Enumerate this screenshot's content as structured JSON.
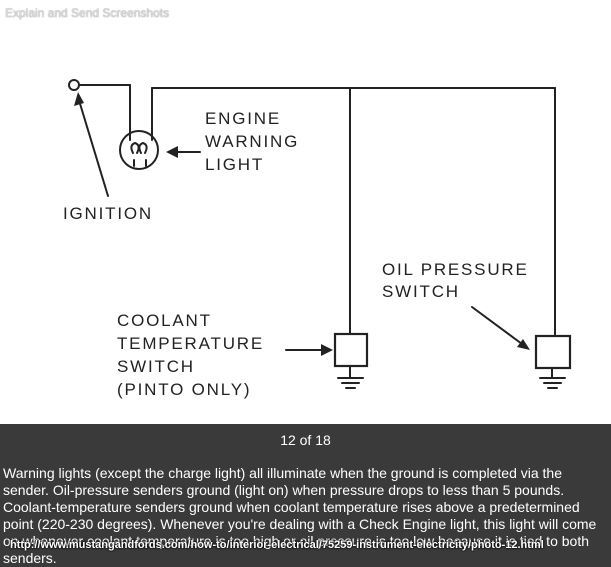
{
  "watermark": "Explain and Send Screenshots",
  "diagram": {
    "engine_label": [
      "ENGINE",
      "WARNING",
      "LIGHT"
    ],
    "ignition_label": "IGNITION",
    "oil_label": [
      "OIL PRESSURE",
      "SWITCH"
    ],
    "coolant_label": [
      "COOLANT",
      "TEMPERATURE",
      "SWITCH",
      "(PINTO ONLY)"
    ]
  },
  "counter": "12 of 18",
  "caption": "Warning lights (except the charge light) all illuminate when the ground is completed via the sender. Oil-pressure senders ground (light on) when pressure drops to less than 5 pounds. Coolant-temperature senders ground when coolant temperature rises above a predetermined point (220-230 degrees). Whenever you're dealing with a Check Engine light, this light will come on whenever coolant temperature is too high or oil pressure is too low because it is tied to both senders.",
  "source_url": "http://www.mustangandfords.com/how-to/interior-electrical/75259-instrument-electricity/photo-12.html"
}
